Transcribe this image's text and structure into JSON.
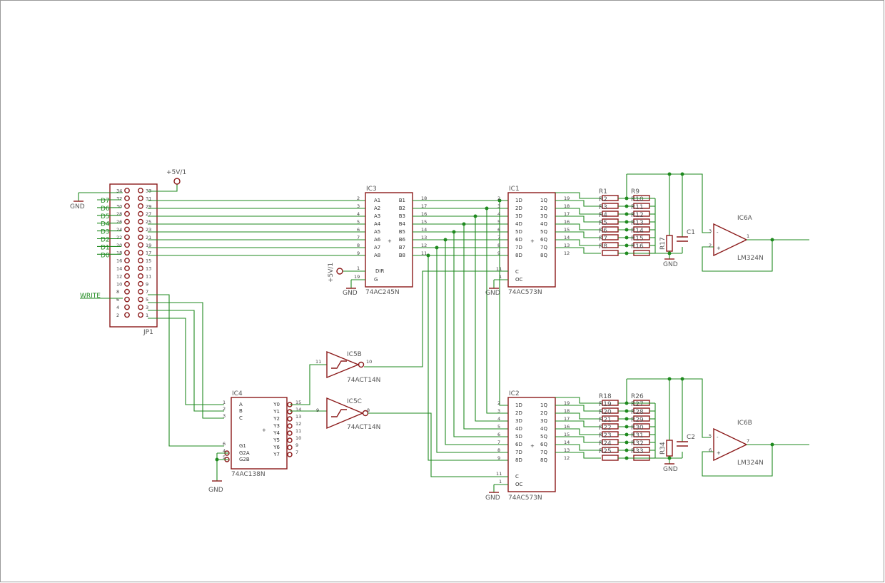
{
  "labels": {
    "jp1": "JP1",
    "gnd": "GND",
    "vcc": "+5V/1",
    "write": "WRITE",
    "d": [
      "D7",
      "D6",
      "D5",
      "D4",
      "D3",
      "D2",
      "D1",
      "D0"
    ],
    "ic3": "IC3",
    "ic3_type": "74AC245N",
    "ic1": "IC1",
    "ic1_type": "74AC573N",
    "ic2": "IC2",
    "ic2_type": "74AC573N",
    "ic4": "IC4",
    "ic4_type": "74AC138N",
    "ic5b": "IC5B",
    "ic5c": "IC5C",
    "ic5_type": "74ACT14N",
    "ic6a": "IC6A",
    "ic6b": "IC6B",
    "ic6_type": "LM324N",
    "c1": "C1",
    "c2": "C2",
    "r17": "R17",
    "r34": "R34",
    "r_top_a": [
      "R1",
      "R2",
      "R3",
      "R4",
      "R5",
      "R6",
      "R7",
      "R8"
    ],
    "r_top_b": [
      "R9",
      "R10",
      "R11",
      "R12",
      "R13",
      "R14",
      "R15",
      "R16"
    ],
    "r_bot_a": [
      "R18",
      "R19",
      "R20",
      "R21",
      "R22",
      "R23",
      "R24",
      "R25"
    ],
    "r_bot_b": [
      "R26",
      "R27",
      "R28",
      "R29",
      "R30",
      "R31",
      "R32",
      "R33"
    ]
  },
  "pins": {
    "jp_left": [
      "34",
      "32",
      "30",
      "28",
      "26",
      "24",
      "22",
      "20",
      "18",
      "16",
      "14",
      "12",
      "10",
      "8",
      "6",
      "4",
      "2"
    ],
    "jp_right": [
      "33",
      "31",
      "29",
      "27",
      "25",
      "23",
      "21",
      "19",
      "17",
      "15",
      "13",
      "11",
      "9",
      "7",
      "5",
      "3",
      "1"
    ],
    "ic3_in": [
      "A1",
      "A2",
      "A3",
      "A4",
      "A5",
      "A6",
      "A7",
      "A8"
    ],
    "ic3_out": [
      "B1",
      "B2",
      "B3",
      "B4",
      "B5",
      "B6",
      "B7",
      "B8"
    ],
    "ic3_in_num": [
      "2",
      "3",
      "4",
      "5",
      "6",
      "7",
      "8",
      "9"
    ],
    "ic3_out_num": [
      "18",
      "17",
      "16",
      "15",
      "14",
      "13",
      "12",
      "11"
    ],
    "ic3_ctrl": [
      "DIR",
      "G"
    ],
    "ic3_ctrl_num": [
      "1",
      "19"
    ],
    "latch_in": [
      "1D",
      "2D",
      "3D",
      "4D",
      "5D",
      "6D",
      "7D",
      "8D"
    ],
    "latch_out": [
      "1Q",
      "2Q",
      "3Q",
      "4Q",
      "5Q",
      "6Q",
      "7Q",
      "8Q"
    ],
    "latch_in_num": [
      "2",
      "3",
      "4",
      "5",
      "6",
      "7",
      "8",
      "9"
    ],
    "latch_out_num": [
      "19",
      "18",
      "17",
      "16",
      "15",
      "14",
      "13",
      "12"
    ],
    "latch_ctrl": [
      "C",
      "OC"
    ],
    "latch_ctrl_num": [
      "11",
      "1"
    ],
    "ic4_in": [
      "A",
      "B",
      "C",
      "G1",
      "G2A",
      "G2B"
    ],
    "ic4_in_num": [
      "1",
      "2",
      "3",
      "6",
      "4",
      "5"
    ],
    "ic4_out": [
      "Y0",
      "Y1",
      "Y2",
      "Y3",
      "Y4",
      "Y5",
      "Y6",
      "Y7"
    ],
    "ic4_out_num": [
      "15",
      "14",
      "13",
      "12",
      "11",
      "10",
      "9",
      "7"
    ],
    "ic5b_in": "11",
    "ic5b_out": "10",
    "ic5c_in": "9",
    "ic5c_out": "8",
    "op_a": [
      "3",
      "2",
      "1"
    ],
    "op_b": [
      "5",
      "6",
      "7"
    ]
  }
}
